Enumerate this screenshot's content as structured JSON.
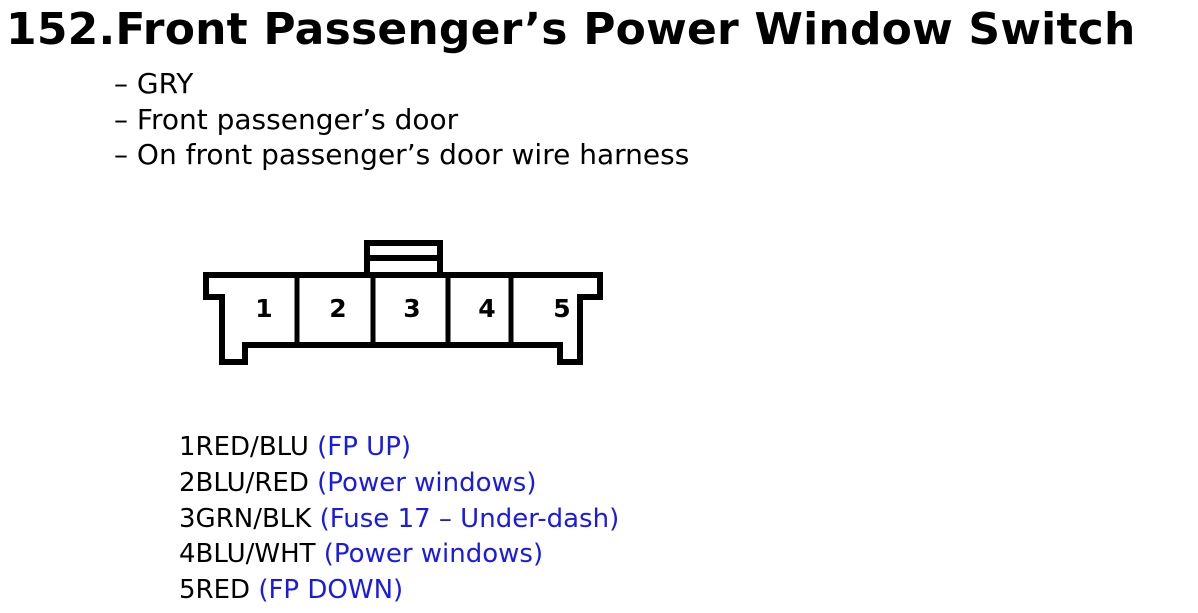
{
  "title": "152.Front Passenger’s Power Window Switch",
  "details": [
    "– GRY",
    "– Front passenger’s door",
    "– On front passenger’s door wire harness"
  ],
  "connector": {
    "pin_numbers": [
      "1",
      "2",
      "3",
      "4",
      "5"
    ]
  },
  "pins": [
    {
      "wire": "1RED/BLU",
      "function": "(FP UP)"
    },
    {
      "wire": "2BLU/RED",
      "function": "(Power windows)"
    },
    {
      "wire": "3GRN/BLK",
      "function": "(Fuse 17 – Under-dash)"
    },
    {
      "wire": "4BLU/WHT",
      "function": "(Power windows)"
    },
    {
      "wire": "5RED",
      "function": "(FP DOWN)"
    }
  ],
  "colors": {
    "text": "#000000",
    "function_text": "#1a1ae6"
  }
}
